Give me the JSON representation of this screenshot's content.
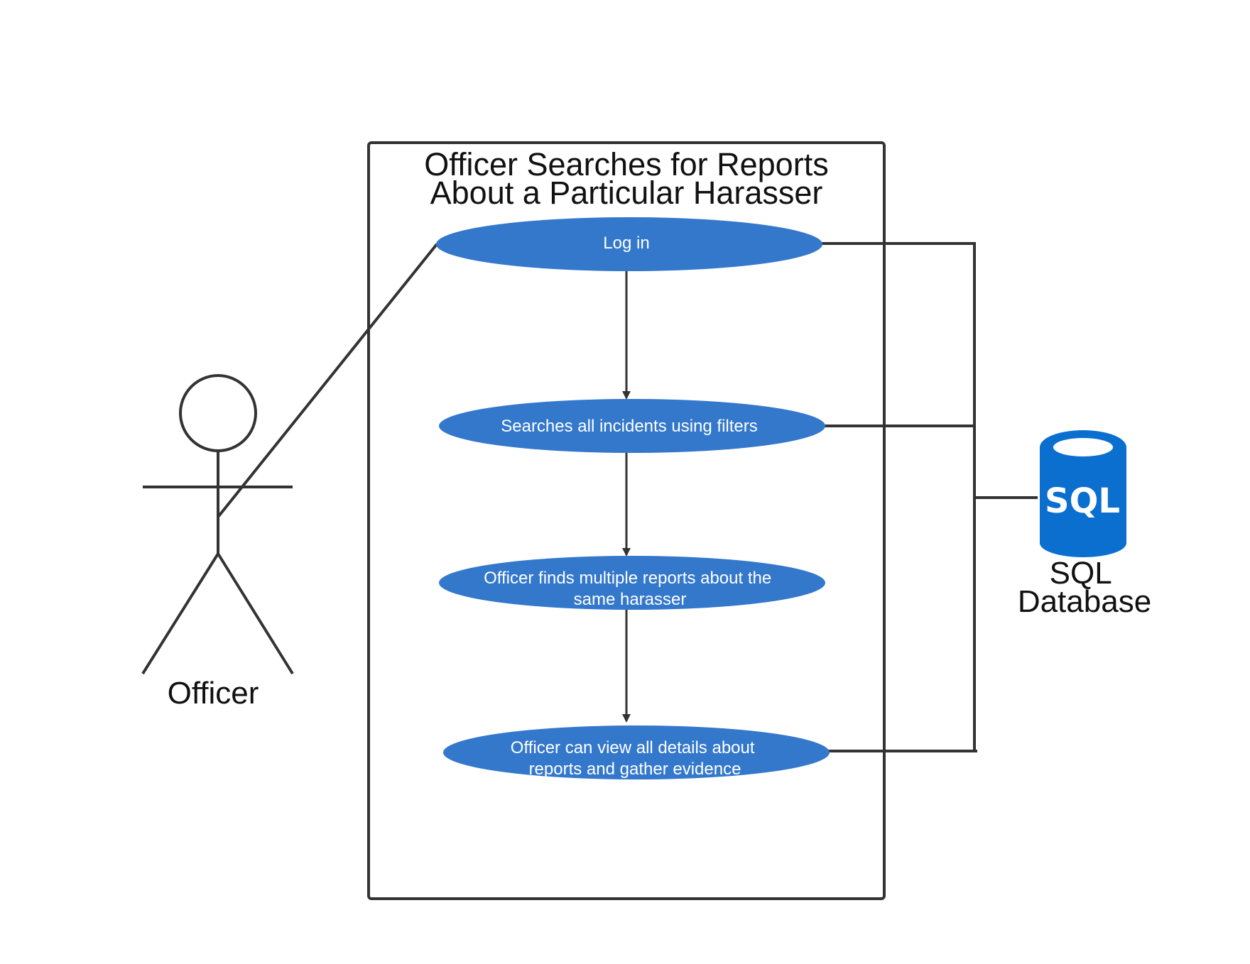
{
  "colors": {
    "usecase_fill": "#3478cc",
    "line": "#333333",
    "db_fill": "#0b6fd0"
  },
  "system": {
    "title_line1": "Officer Searches for Reports",
    "title_line2": "About a Particular Harasser"
  },
  "actor": {
    "label": "Officer"
  },
  "use_cases": [
    {
      "lines": [
        "Log in"
      ]
    },
    {
      "lines": [
        "Searches all incidents using filters"
      ]
    },
    {
      "lines": [
        "Officer finds multiple reports about the",
        "same harasser"
      ]
    },
    {
      "lines": [
        "Officer can view all details about",
        "reports and gather evidence"
      ]
    }
  ],
  "database": {
    "icon_text": "SQL",
    "label_line1": "SQL",
    "label_line2": "Database"
  }
}
